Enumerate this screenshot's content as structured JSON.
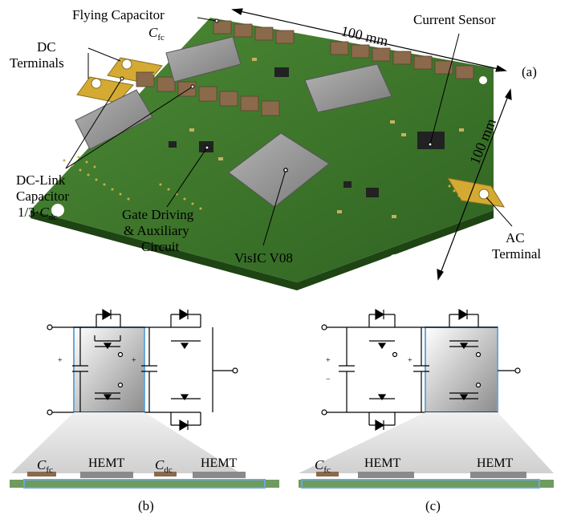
{
  "labels": {
    "flying_cap_line1": "Flying Capacitor",
    "flying_cap_sym": "C",
    "flying_cap_sub": "fc",
    "dc_terminals_1": "DC",
    "dc_terminals_2": "Terminals",
    "dim_top": "100 mm",
    "dim_right": "100 mm",
    "current_sensor": "Current Sensor",
    "panel_a": "(a)",
    "dclink_1": "DC-Link",
    "dclink_2": "Capacitor",
    "dclink_3_prefix": "1/3·",
    "dclink_3_sym": "C",
    "dclink_3_sub": "dc",
    "gate_1": "Gate Driving",
    "gate_2": "& Auxiliary",
    "gate_3": "Circuit",
    "visic": "VisIC V08",
    "ac_1": "AC",
    "ac_2": "Terminal",
    "panel_b": "(b)",
    "panel_c": "(c)",
    "cfc_sym": "C",
    "cfc_sub": "fc",
    "cdc_sym": "C",
    "cdc_sub": "dc",
    "hemt": "HEMT",
    "plus": "+",
    "minus": "−"
  },
  "colors": {
    "pcb_green": "#3f7a2c",
    "pcb_dark": "#2c5a1e",
    "copper": "#c9a43a",
    "module_gray": "#8e8e8e",
    "cap_brown": "#8a6a4a",
    "highlight_blue": "#6aa8d8",
    "cross_section_green": "#6e9b5e"
  }
}
